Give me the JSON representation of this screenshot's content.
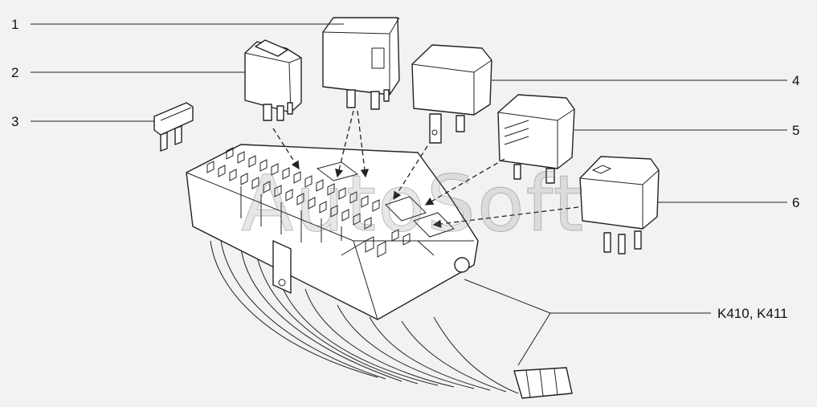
{
  "callouts": {
    "c1": "1",
    "c2": "2",
    "c3": "3",
    "c4": "4",
    "c5": "5",
    "c6": "6",
    "c7": "K410, K411"
  },
  "watermark": "AutoSoft",
  "colors": {
    "background": "#f2f2f2",
    "line": "#222222",
    "fill": "#ffffff"
  }
}
